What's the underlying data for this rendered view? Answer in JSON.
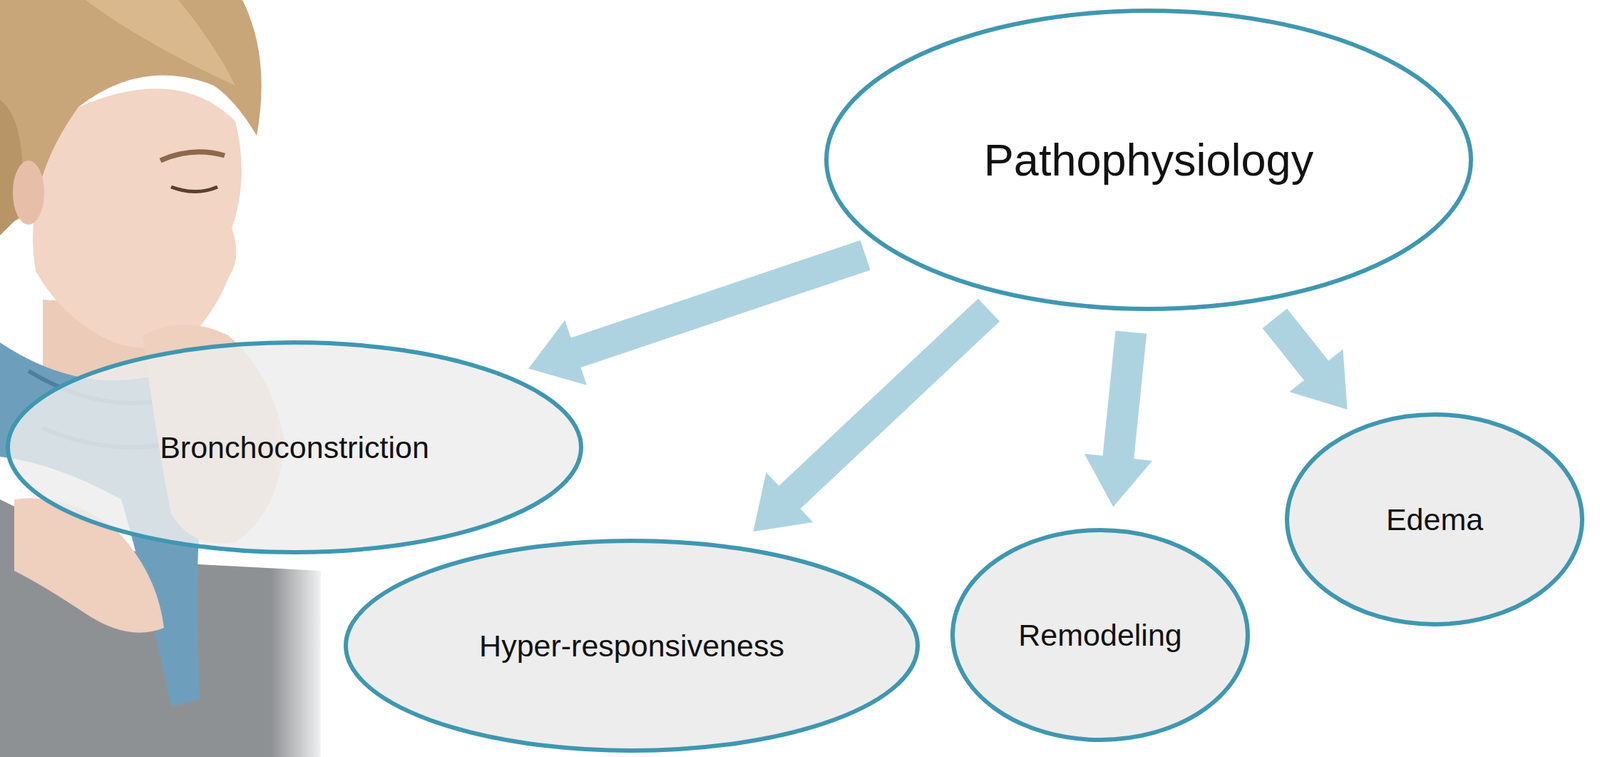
{
  "diagram": {
    "nodes": [
      {
        "text": [
          "Pathophysiology"
        ]
      },
      {
        "text": [
          "Bronchoconstriction"
        ]
      },
      {
        "text": [
          "Hyper-responsiveness"
        ]
      },
      {
        "text": [
          "Remodeling"
        ]
      },
      {
        "text": [
          "Edema"
        ]
      }
    ],
    "edges": [
      {
        "from": 0,
        "to": 1,
        "arrow": "to"
      },
      {
        "from": 0,
        "to": 2,
        "arrow": "to"
      },
      {
        "from": 0,
        "to": 3,
        "arrow": "to"
      },
      {
        "from": 0,
        "to": 4,
        "arrow": "to"
      }
    ]
  }
}
